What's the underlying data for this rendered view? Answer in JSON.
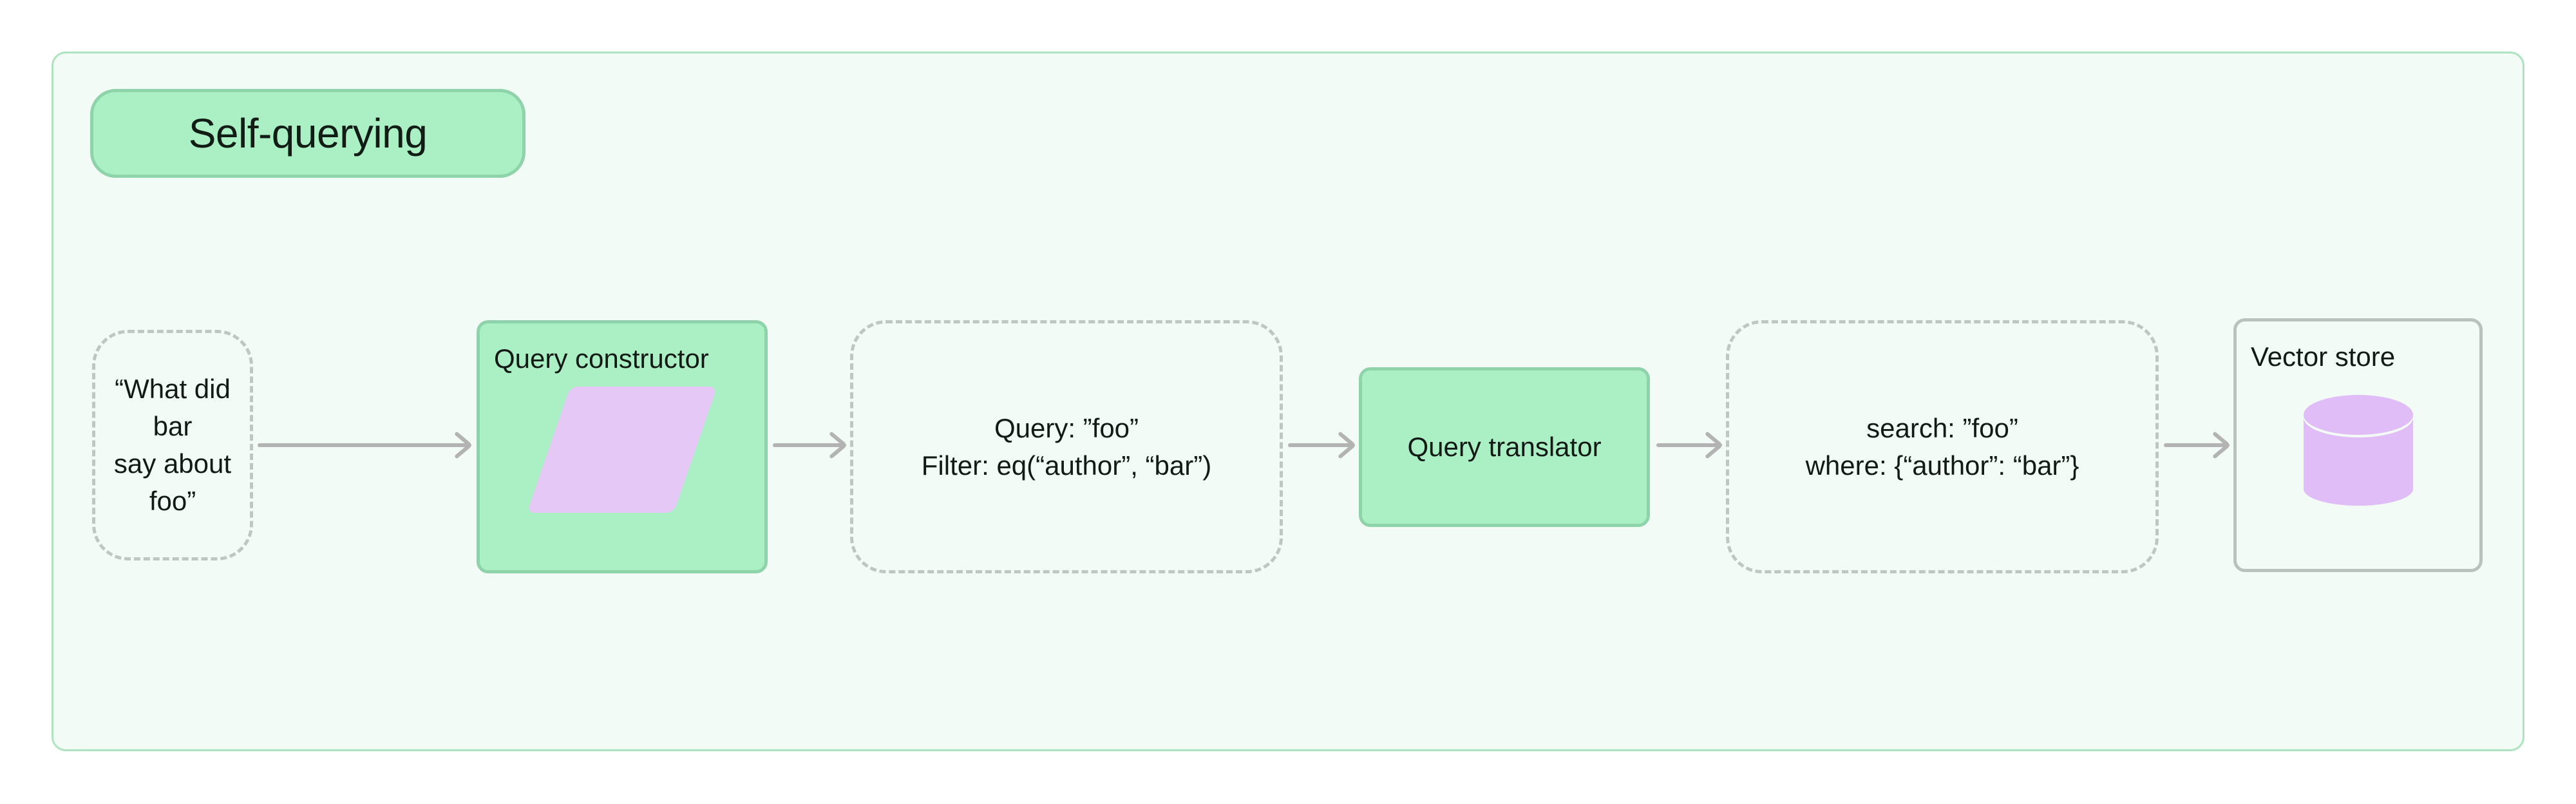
{
  "diagram": {
    "type": "flowchart",
    "title": "Self-querying",
    "direction": "left-to-right",
    "colors": {
      "container_bg": "#f2fbf5",
      "container_border": "#aee3c0",
      "accent_green_fill": "#aaf0c4",
      "accent_green_border": "#8fd3ab",
      "accent_purple": "#e1bdf7",
      "edge_gray": "#b3b3b3",
      "dashed_gray": "#bec7c2",
      "text": "#131a15"
    }
  },
  "nodes": {
    "user_query": {
      "label": "“What did bar\nsay about foo”",
      "shape": "dashed-rounded-rect",
      "icon": ""
    },
    "query_constructor": {
      "label": "Query constructor",
      "shape": "rounded-rect-green",
      "icon": "parallelogram-icon"
    },
    "structured_query": {
      "label": "Query: ”foo”\nFilter: eq(“author”, “bar”)",
      "shape": "dashed-rounded-rect",
      "icon": ""
    },
    "query_translator": {
      "label": "Query translator",
      "shape": "rounded-rect-green",
      "icon": ""
    },
    "native_query": {
      "label": "search: ”foo”\nwhere: {“author”: “bar”}",
      "shape": "dashed-rounded-rect",
      "icon": ""
    },
    "vector_store": {
      "label": "Vector store",
      "shape": "rounded-rect-gray",
      "icon": "database-cylinder-icon"
    }
  },
  "edges": [
    {
      "from": "user_query",
      "to": "query_constructor",
      "label": ""
    },
    {
      "from": "query_constructor",
      "to": "structured_query",
      "label": ""
    },
    {
      "from": "structured_query",
      "to": "query_translator",
      "label": ""
    },
    {
      "from": "query_translator",
      "to": "native_query",
      "label": ""
    },
    {
      "from": "native_query",
      "to": "vector_store",
      "label": ""
    }
  ]
}
